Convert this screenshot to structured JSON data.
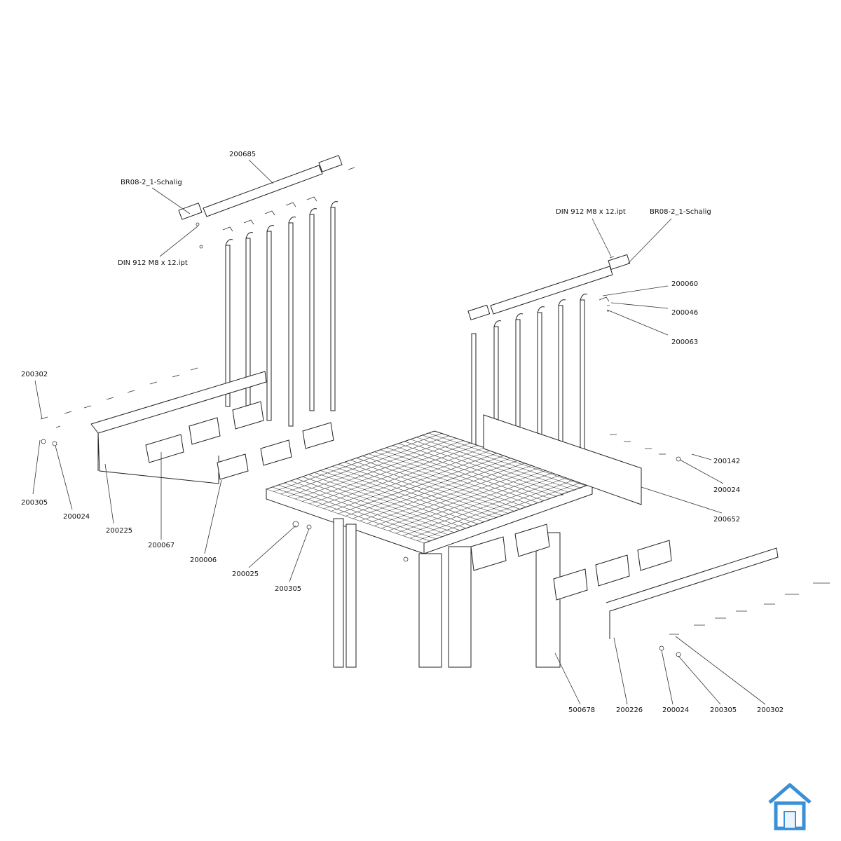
{
  "labels": {
    "p200685": "200685",
    "br08_top": "BR08-2_1-Schalig",
    "din_top": "DIN 912 M8 x 12.ipt",
    "din_right": "DIN 912 M8 x 12.ipt",
    "br08_right": "BR08-2_1-Schalig",
    "p200060": "200060",
    "p200046": "200046",
    "p200063": "200063",
    "p200302_left": "200302",
    "p200305_left": "200305",
    "p200024_left": "200024",
    "p200225": "200225",
    "p200067": "200067",
    "p200006": "200006",
    "p200025": "200025",
    "p200305_mid": "200305",
    "p200142": "200142",
    "p200024_right": "200024",
    "p200652": "200652",
    "p500678": "500678",
    "p200226": "200226",
    "p200024_bottom": "200024",
    "p200305_bottom": "200305",
    "p200302_bottom": "200302"
  },
  "logo": {
    "icon": "house-icon",
    "color": "#3a8fd6"
  }
}
